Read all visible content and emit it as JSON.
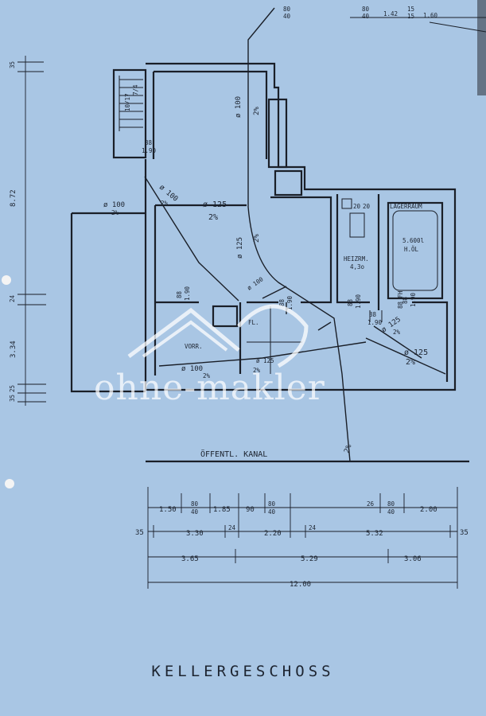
{
  "drawing": {
    "title": "KELLERGESCHOSS",
    "street_label": "ÖFFENTL. KANAL",
    "watermark": "ohne-makler",
    "rooms": {
      "lagerraum": "LAGERRAUM",
      "tank": "5.600l",
      "tank2": "H.ÖL",
      "heizraum": "HEIZRM.",
      "heizraum_size": "4,3o",
      "vorr": "VORR.",
      "flur": "FL."
    },
    "pipe_labels": {
      "p1": "ø 100",
      "p1s": "2%",
      "p2": "ø 100",
      "p2s": "2%",
      "p3": "ø 125",
      "p3s": "2%",
      "p4": "ø 100",
      "p4s": "2%",
      "p5": "ø 125",
      "p5s": "2%",
      "p6": "ø 100",
      "p7": "ø 100",
      "p7s": "2%",
      "p8": "ø 125",
      "p8s": "2%",
      "p9": "ø 125",
      "p9s": "2%",
      "p10": "ø 125",
      "p10s": "2%",
      "p11": "2%"
    },
    "door_labels": {
      "d1a": "88",
      "d1b": "1.90",
      "d2a": "88",
      "d2b": "1.90",
      "d3a": "88",
      "d3b": "1.90",
      "d4a": "88",
      "d4b": "1.90",
      "d5a": "88",
      "d5b": "1.90",
      "d6a": "88",
      "d6b": "1.90",
      "d7a": "20",
      "d7b": "20",
      "d8": "88 FH"
    },
    "stair": {
      "s1": "10/17",
      "s2": "7/4"
    },
    "top_marks": {
      "t1": "80",
      "t2": "40",
      "t3": "80",
      "t4": "40",
      "t5": "1.42",
      "t6": "15",
      "t7": "15",
      "t8": "1.60"
    },
    "left_dims": {
      "l1": "35",
      "l2": "8.72",
      "l3": "24",
      "l4": "3.34",
      "l5": "25",
      "l6": "35"
    },
    "dim_row1": {
      "a": "1.50",
      "b": "80",
      "c": "40",
      "d": "1.85",
      "e": "90",
      "f": "80",
      "g": "40",
      "h": "26",
      "i": "80",
      "j": "40",
      "k": "2.00"
    },
    "dim_row2": {
      "a": "35",
      "b": "3.30",
      "c": "24",
      "d": "2.20",
      "e": "24",
      "f": "5.32",
      "g": "35"
    },
    "dim_row3": {
      "a": "3.65",
      "b": "5.29",
      "c": "3.06"
    },
    "dim_total": "12.00"
  }
}
